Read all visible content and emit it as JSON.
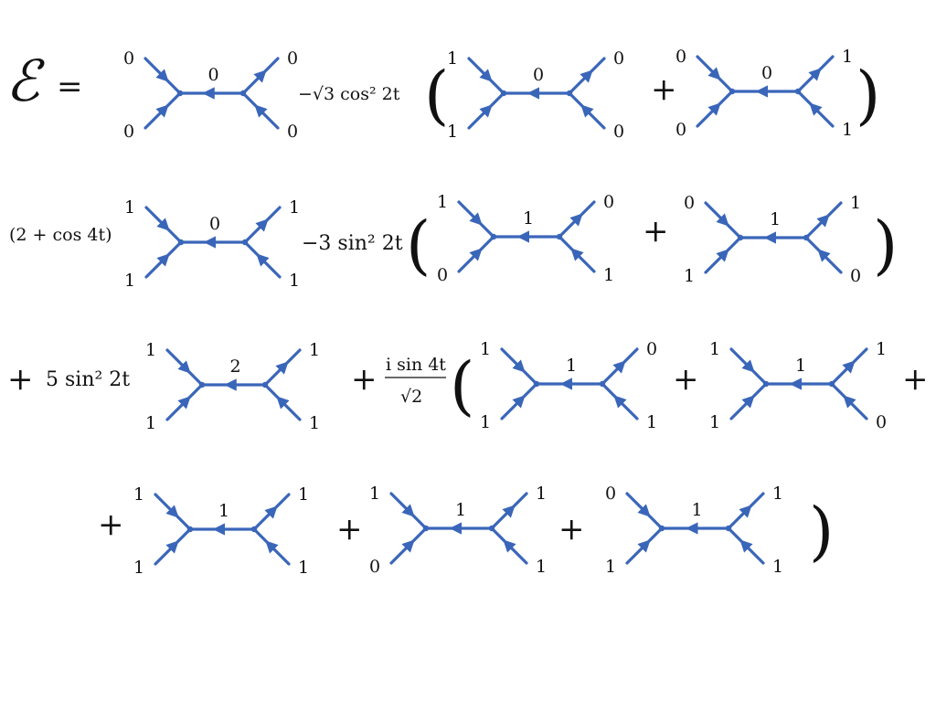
{
  "colors": {
    "diagram": "#3A66B9",
    "text": "#111111"
  },
  "lhs": {
    "symbol": "ℰ",
    "equals": "="
  },
  "diagrams": [
    {
      "tl": "0",
      "bl": "0",
      "tr": "0",
      "br": "0",
      "mid": "0"
    },
    {
      "tl": "1",
      "bl": "1",
      "tr": "0",
      "br": "0",
      "mid": "0"
    },
    {
      "tl": "0",
      "bl": "0",
      "tr": "1",
      "br": "1",
      "mid": "0"
    },
    {
      "tl": "1",
      "bl": "1",
      "tr": "1",
      "br": "1",
      "mid": "0"
    },
    {
      "tl": "1",
      "bl": "0",
      "tr": "0",
      "br": "1",
      "mid": "1"
    },
    {
      "tl": "0",
      "bl": "1",
      "tr": "1",
      "br": "0",
      "mid": "1"
    },
    {
      "tl": "1",
      "bl": "1",
      "tr": "1",
      "br": "1",
      "mid": "2"
    },
    {
      "tl": "1",
      "bl": "1",
      "tr": "0",
      "br": "1",
      "mid": "1"
    },
    {
      "tl": "1",
      "bl": "1",
      "tr": "1",
      "br": "0",
      "mid": "1"
    },
    {
      "tl": "1",
      "bl": "1",
      "tr": "1",
      "br": "1",
      "mid": "1"
    },
    {
      "tl": "1",
      "bl": "0",
      "tr": "1",
      "br": "1",
      "mid": "1"
    },
    {
      "tl": "0",
      "bl": "1",
      "tr": "1",
      "br": "1",
      "mid": "1"
    }
  ],
  "coefficients": {
    "c1": "−√3 cos² 2t",
    "c2": "(2 + cos 4t)",
    "c3": "−3 sin² 2t",
    "c4": "5 sin² 2t",
    "c5_num": "i sin 4t",
    "c5_den": "√2"
  },
  "operators": {
    "plus": "+",
    "open_paren": "(",
    "close_paren": ")"
  }
}
